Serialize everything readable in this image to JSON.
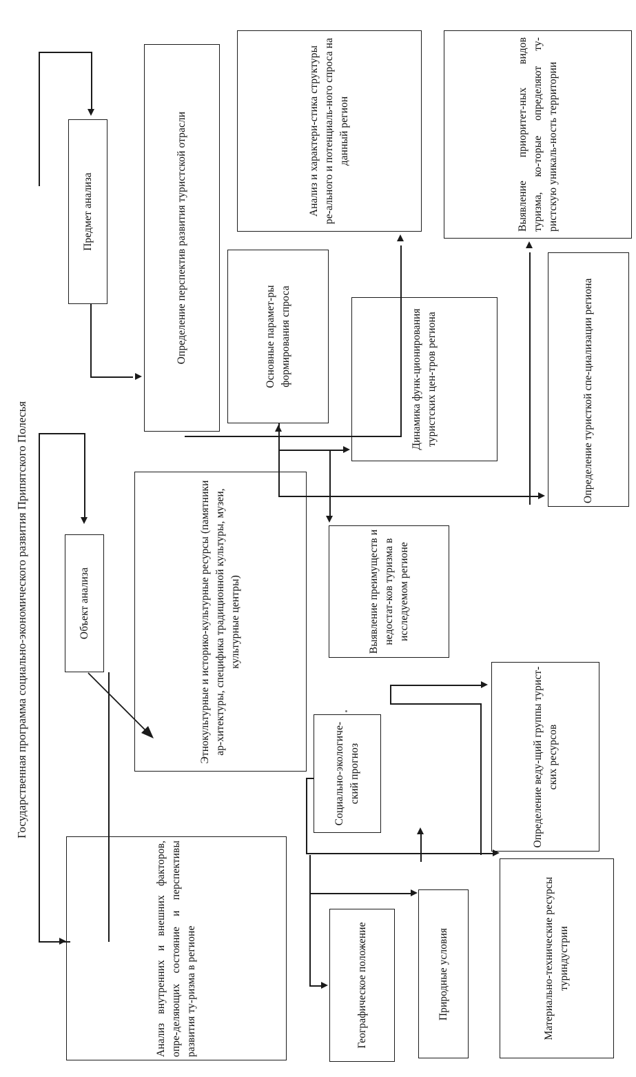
{
  "diagram": {
    "title": "Государственная программа социально-экономического развития Припятского Полесья",
    "orientation": "rotated-90-ccw",
    "nodes": {
      "subject_of_analysis": "Предмет анализа",
      "object_of_analysis": "Объект анализа",
      "perspectives": "Определение перспектив развития туристской отрасли",
      "demand_structure": "Анализ и характери-стика структуры ре-ального и потенциаль-ного спроса на данный регион",
      "priority_types": "Выявление приоритет-ных видов туризма, ко-торые определяют ту-ристскую уникаль-ность территории",
      "demand_params": "Основные парамет-ры формирования спроса",
      "centers_dynamics": "Динамика функ-ционирования туристских цен-тров региона",
      "specialization": "Определение туристкой спе-циализации региона",
      "ethno_resources": "Этнокультурные и историко-культурные ресурсы (памятники ар-хитектуры, специфика традиционной культуры, музеи, культурные центры)",
      "advantages": "Выявление преимуществ и недостат-ков туризма в исследуемом регионе",
      "socio_eco_forecast": "Социально-экологиче-ский прогноз",
      "leading_group": "Определение веду-щий группы турист-ских ресурсов",
      "internal_external": "Анализ внутренних и внешних факторов, опре-деляющих состояние и перспективы развития ту-ризма в регионе",
      "geo_position": "Географическое положение",
      "natural_conditions": "Природные условия",
      "material_resources": "Материально-технические ресурсы туриндустрии"
    },
    "colors": {
      "stroke": "#1a1a1a",
      "background": "#ffffff",
      "text": "#111111"
    }
  }
}
